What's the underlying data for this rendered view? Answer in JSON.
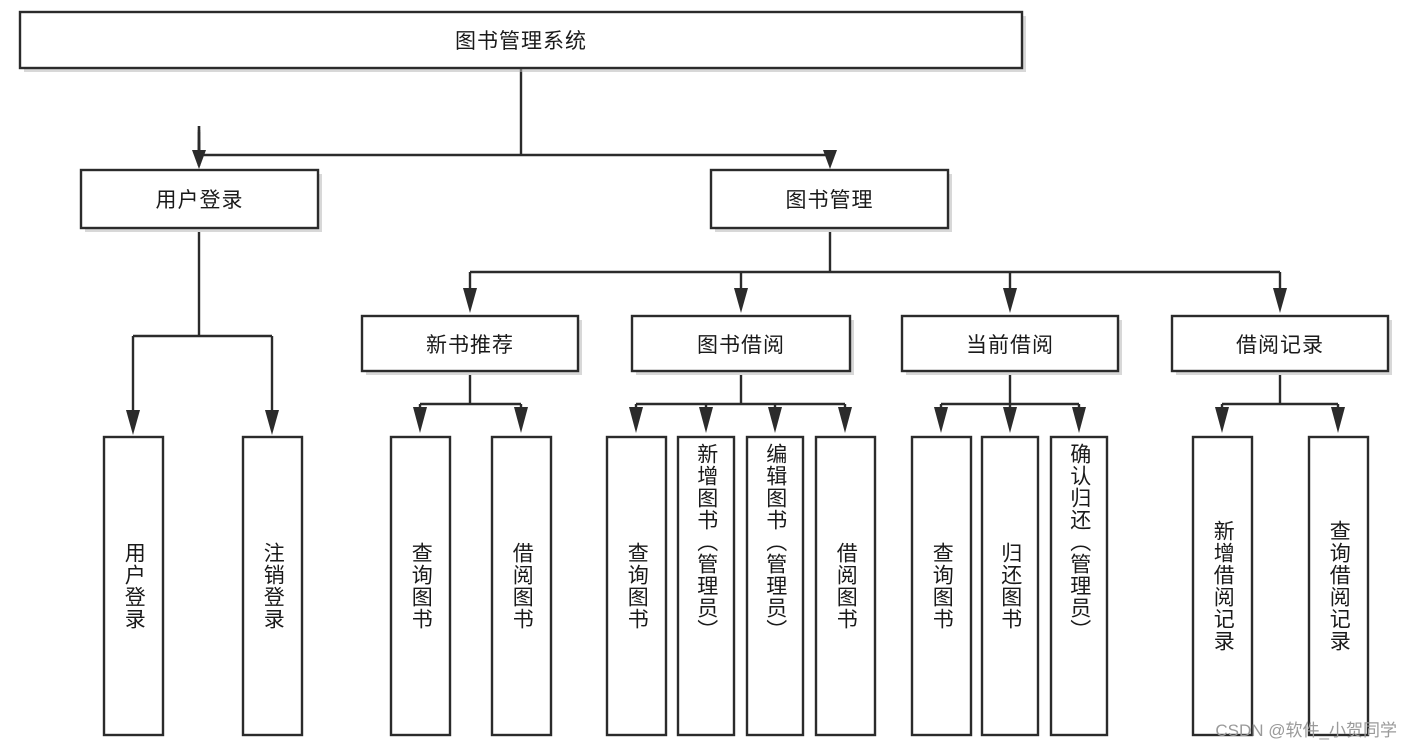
{
  "diagram": {
    "type": "tree",
    "title": "图书管理系统",
    "root": {
      "label": "图书管理系统",
      "orientation": "horizontal"
    },
    "level2": [
      {
        "label": "用户登录",
        "orientation": "horizontal"
      },
      {
        "label": "图书管理",
        "orientation": "horizontal"
      }
    ],
    "level3": [
      {
        "label": "新书推荐",
        "orientation": "horizontal"
      },
      {
        "label": "图书借阅",
        "orientation": "horizontal"
      },
      {
        "label": "当前借阅",
        "orientation": "horizontal"
      },
      {
        "label": "借阅记录",
        "orientation": "horizontal"
      }
    ],
    "leaves": {
      "user_login": [
        {
          "label": "用户登录",
          "orientation": "vertical"
        },
        {
          "label": "注销登录",
          "orientation": "vertical"
        }
      ],
      "new_book_recommend": [
        {
          "label": "查询图书",
          "orientation": "vertical"
        },
        {
          "label": "借阅图书",
          "orientation": "vertical"
        }
      ],
      "book_borrow": [
        {
          "label": "查询图书",
          "orientation": "vertical"
        },
        {
          "label": "新增图书（管理员）",
          "orientation": "vertical"
        },
        {
          "label": "编辑图书（管理员）",
          "orientation": "vertical"
        },
        {
          "label": "借阅图书",
          "orientation": "vertical"
        }
      ],
      "current_borrow": [
        {
          "label": "查询图书",
          "orientation": "vertical"
        },
        {
          "label": "归还图书",
          "orientation": "vertical"
        },
        {
          "label": "确认归还（管理员）",
          "orientation": "vertical"
        }
      ],
      "borrow_record": [
        {
          "label": "新增借阅记录",
          "orientation": "vertical"
        },
        {
          "label": "查询借阅记录",
          "orientation": "vertical"
        }
      ]
    },
    "colors": {
      "background": "#ffffff",
      "box_fill": "#ffffff",
      "box_stroke": "#2b2b2b",
      "connector": "#2b2b2b",
      "text": "#1a1a1a",
      "shadow": "#b8b8b8",
      "watermark": "#9a9a9a"
    }
  },
  "watermark": {
    "text": "CSDN @软件_小贺同学"
  }
}
